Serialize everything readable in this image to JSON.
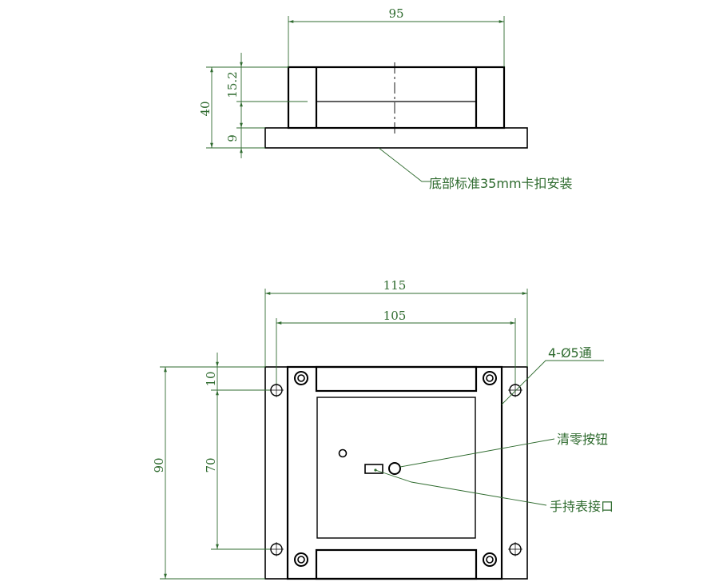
{
  "colors": {
    "outline": "#000000",
    "dimension": "#2f6b2f"
  },
  "side_view": {
    "width_label": "95",
    "height_label": "40",
    "upper_label": "15.2",
    "base_label": "9",
    "rail_note": "底部标准35mm卡扣安装"
  },
  "top_view": {
    "outer_width_label": "115",
    "hole_spacing_label": "105",
    "height_label": "90",
    "hole_vertical_label": "70",
    "hole_offset_label": "10",
    "holes_note": "4-Ø5通",
    "reset_button_note": "清零按钮",
    "handheld_port_note": "手持表接口"
  }
}
